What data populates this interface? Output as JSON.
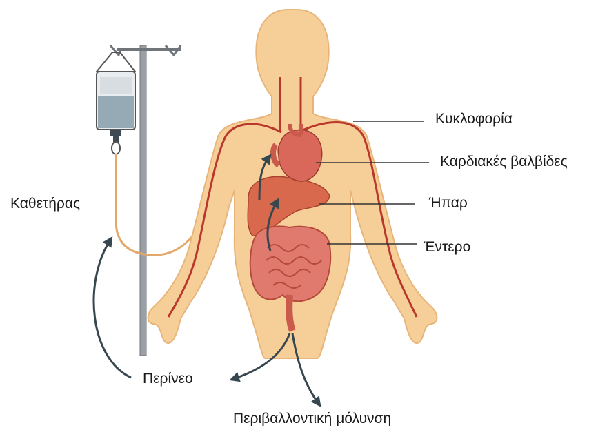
{
  "labels": {
    "circulation": "Κυκλοφορία",
    "heart_valves": "Καρδιακές βαλβίδες",
    "liver": "Ήπαρ",
    "intestine": "Έντερο",
    "catheter": "Καθετήρας",
    "perineum": "Περίνεο",
    "environmental_contamination": "Περιβαλλοντική μόλυνση"
  },
  "colors": {
    "skin": "#f6cf98",
    "skin_outline": "#e7b57a",
    "artery": "#b9372b",
    "heart": "#d9675a",
    "liver": "#d8694c",
    "intestine": "#e07a6e",
    "intestine_dark": "#b54a3c",
    "pole": "#8a8f96",
    "iv_fluid": "#95aab5",
    "tube": "#e3a96a",
    "arrow": "#37474f",
    "leader": "#333333"
  }
}
